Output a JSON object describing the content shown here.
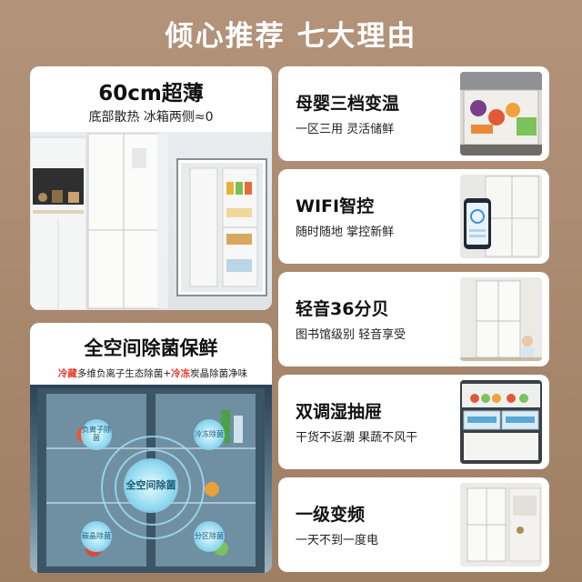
{
  "title": "倾心推荐 七大理由",
  "cards": {
    "slim": {
      "title": "60cm超薄",
      "subtitle": "底部散热 冰箱两侧≈0"
    },
    "sterilize": {
      "title": "全空间除菌保鲜",
      "sub_red1": "冷藏",
      "sub_text1": "多维负离子生态除菌+",
      "sub_red2": "冷冻",
      "sub_text2": "炭晶除菌净味",
      "center_badge": "全空间除菌",
      "badge_1": "负离子除菌",
      "badge_2": "冷冻除菌",
      "badge_3": "碳晶除菌",
      "badge_4": "分区除菌"
    },
    "temp": {
      "title": "母婴三档变温",
      "subtitle": "一区三用 灵活储鲜"
    },
    "wifi": {
      "title": "WIFI智控",
      "subtitle": "随时随地 掌控新鲜"
    },
    "quiet": {
      "title": "轻音36分贝",
      "subtitle": "图书馆级别 轻音享受"
    },
    "drawer": {
      "title": "双调湿抽屉",
      "subtitle": "干货不返潮 果蔬不风干"
    },
    "energy": {
      "title": "一级变频",
      "subtitle": "一天不到一度电"
    }
  },
  "colors": {
    "background": "#a8876a",
    "highlight_red": "#e23a2a",
    "card": "#ffffff"
  }
}
